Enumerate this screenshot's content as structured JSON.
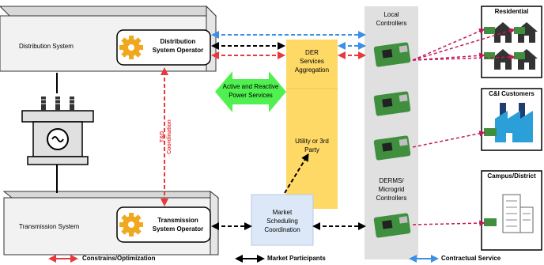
{
  "distribution": {
    "system_label": "Distribution System",
    "operator_line1": "Distribution",
    "operator_line2": "System Operator"
  },
  "transmission": {
    "system_label": "Transmission System",
    "operator_line1": "Transmission",
    "operator_line2": "System Operator"
  },
  "td_coordination": {
    "line1": "T&D",
    "line2": "Coordination"
  },
  "active_reactive": {
    "line1": "Active and Reactive",
    "line2": "Power Services"
  },
  "der_aggregation": {
    "line1": "DER",
    "line2": "Services",
    "line3": "Aggregation"
  },
  "utility": {
    "line1": "Utility or 3rd",
    "line2": "Party"
  },
  "market": {
    "line1": "Market",
    "line2": "Scheduling",
    "line3": "Coordination"
  },
  "local_controllers": {
    "line1": "Local",
    "line2": "Controllers"
  },
  "derms": {
    "line1": "DERMS/",
    "line2": "Microgrid",
    "line3": "Controllers"
  },
  "residential": {
    "title": "Residential"
  },
  "ci_customers": {
    "title": "C&I Customers"
  },
  "campus": {
    "title": "Campus/District"
  },
  "legend": {
    "constraints": "Constrains/Optimization",
    "market_participants": "Market Participants",
    "contractual": "Contractual Service"
  },
  "colors": {
    "red": "#e8383a",
    "blue": "#3b8fe6",
    "crimson_dashed": "#c2185b",
    "green": "#4ff04f",
    "yellow": "#ffd966",
    "light_blue": "#dce8f7",
    "gray_column": "#e0e0e0"
  }
}
